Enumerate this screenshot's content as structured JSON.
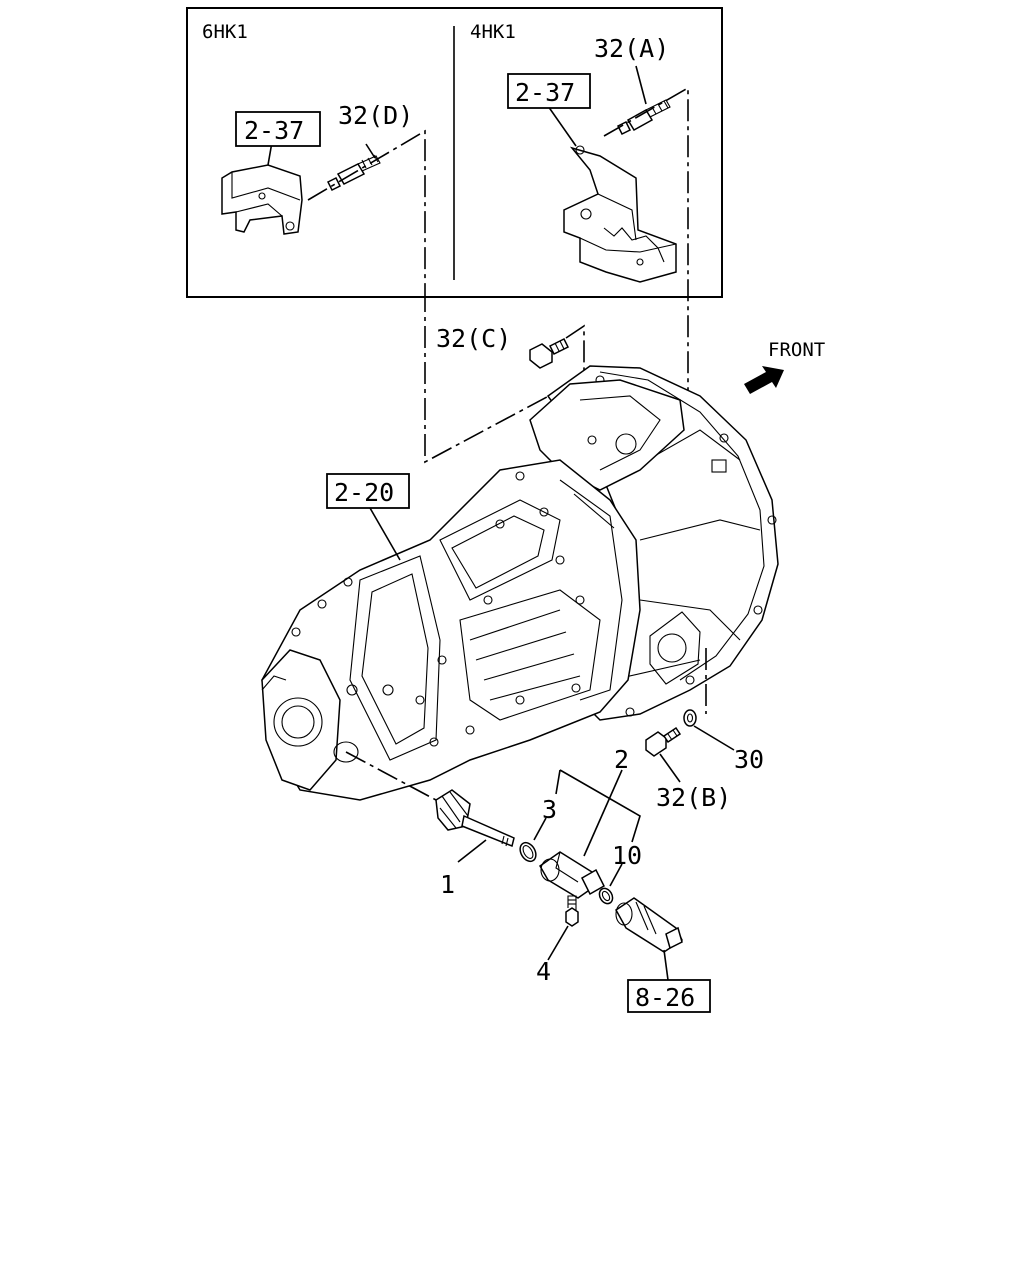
{
  "inset": {
    "left_title": "6HK1",
    "right_title": "4HK1"
  },
  "labels": {
    "ref_2_37_left": "2-37",
    "ref_2_37_right": "2-37",
    "ref_2_20": "2-20",
    "ref_8_26": "8-26",
    "part_32a": "32(A)",
    "part_32b": "32(B)",
    "part_32c": "32(C)",
    "part_32d": "32(D)",
    "part_1": "1",
    "part_2": "2",
    "part_3": "3",
    "part_4": "4",
    "part_10": "10",
    "part_30": "30",
    "front": "FRONT"
  },
  "icons": {
    "front_arrow": "front-arrow-icon"
  }
}
